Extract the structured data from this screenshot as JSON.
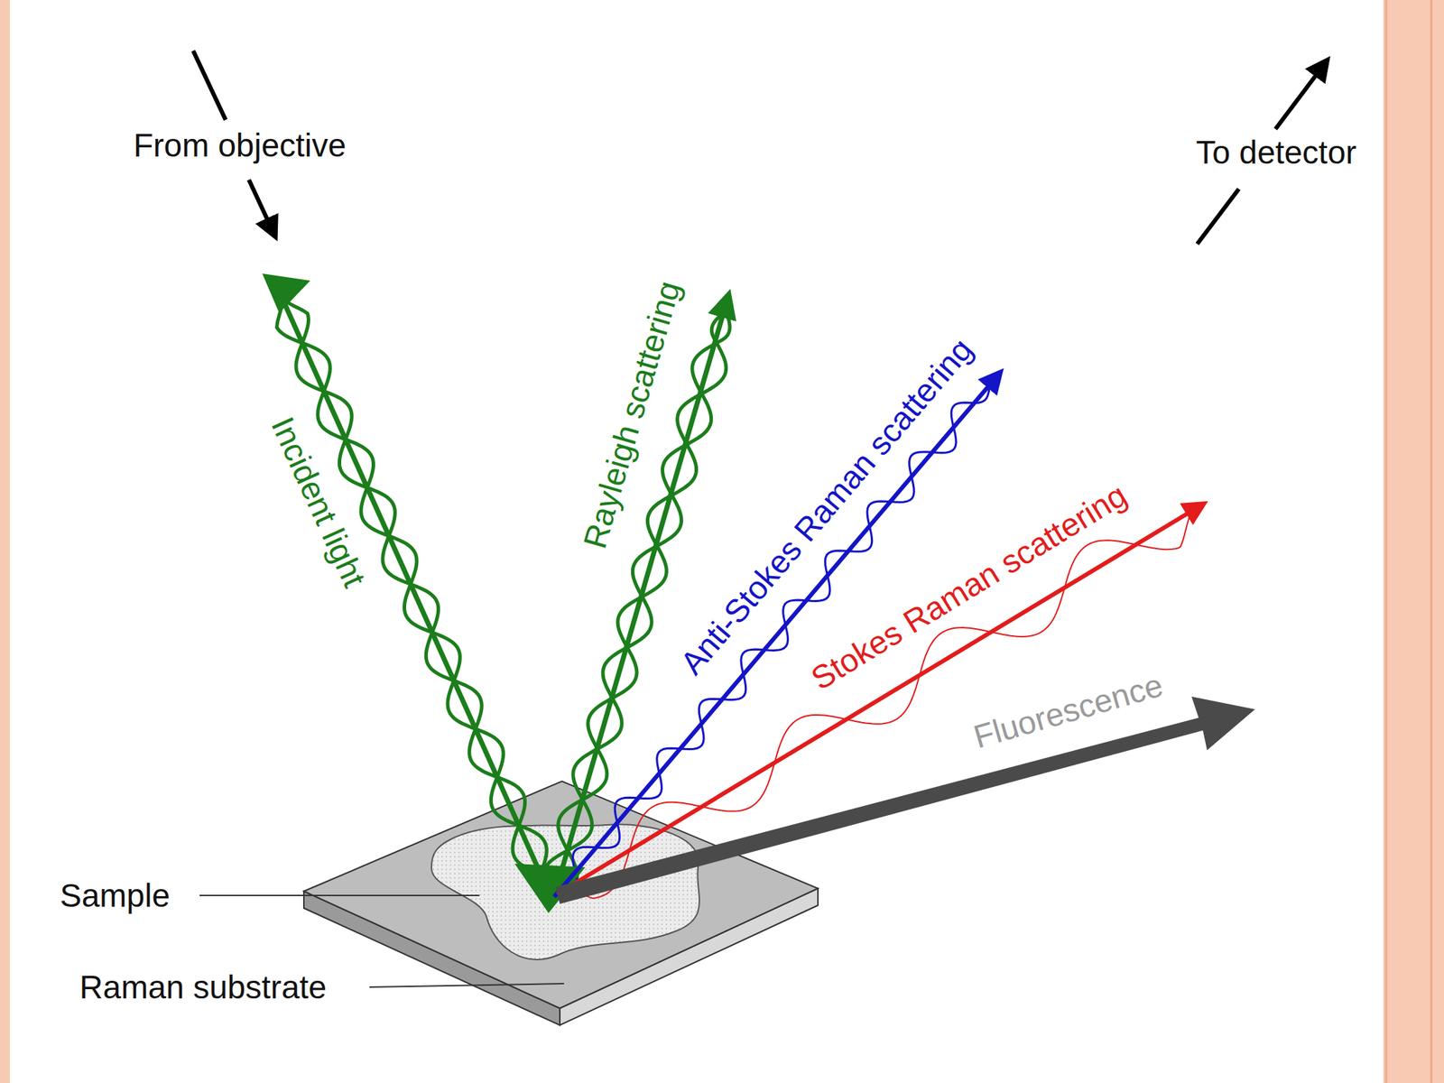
{
  "diagram": {
    "labels": [
      "From objective",
      "To detector",
      "Incident light",
      "Rayleigh scattering",
      "Anti-Stokes Raman scattering",
      "Stokes Raman scattering",
      "Fluorescence",
      "Sample",
      "Raman substrate"
    ]
  }
}
